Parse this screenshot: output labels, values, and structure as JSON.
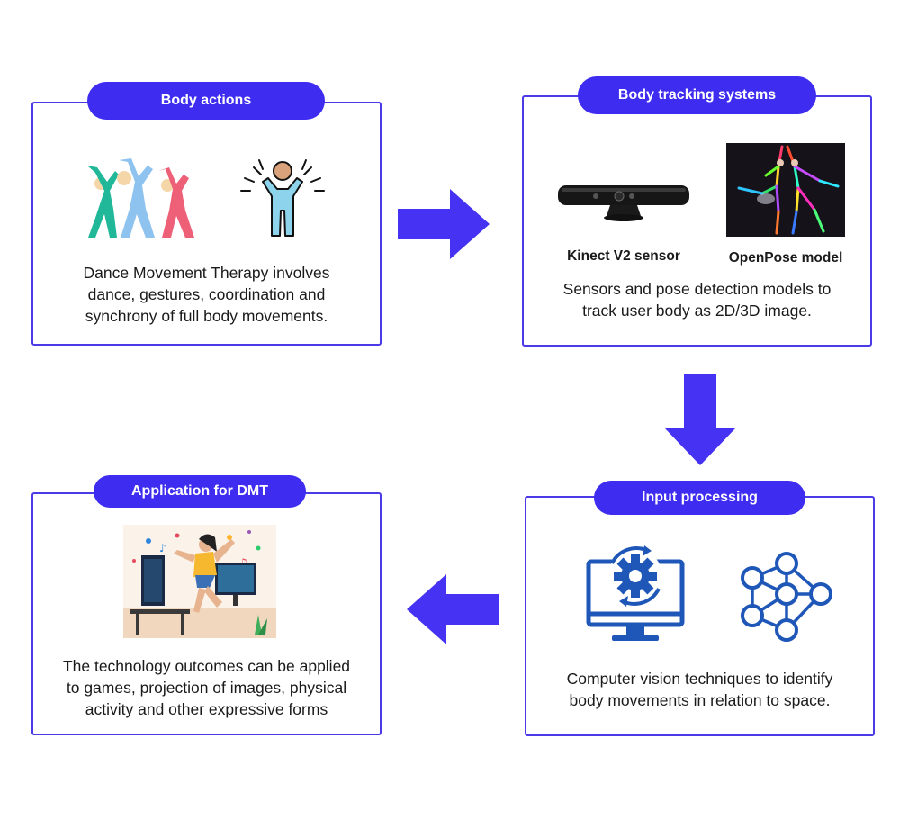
{
  "colors": {
    "accent": "#3e2cf0",
    "border": "#4b3ae8",
    "arrow": "#4532f2",
    "icon_blue": "#1f57b8"
  },
  "boxes": {
    "body_actions": {
      "title": "Body actions",
      "lines": [
        "Dance Movement Therapy involves",
        "dance, gestures, coordination and",
        "synchrony of full body movements."
      ],
      "icons": [
        "dancers-icon",
        "excited-person-icon"
      ]
    },
    "tracking": {
      "title": "Body tracking systems",
      "kinect_label": "Kinect V2 sensor",
      "openpose_label": "OpenPose model",
      "lines": [
        "Sensors and pose detection models to",
        "track user body as 2D/3D image."
      ]
    },
    "processing": {
      "title": "Input processing",
      "lines": [
        "Computer vision techniques to identify",
        "body movements in relation to space."
      ],
      "icons": [
        "monitor-gear-icon",
        "neural-network-icon"
      ]
    },
    "application": {
      "title": "Application for DMT",
      "lines": [
        "The technology outcomes can be applied",
        "to games, projection of images, physical",
        "activity and other expressive forms"
      ]
    }
  },
  "arrows": [
    "right",
    "down",
    "left"
  ]
}
